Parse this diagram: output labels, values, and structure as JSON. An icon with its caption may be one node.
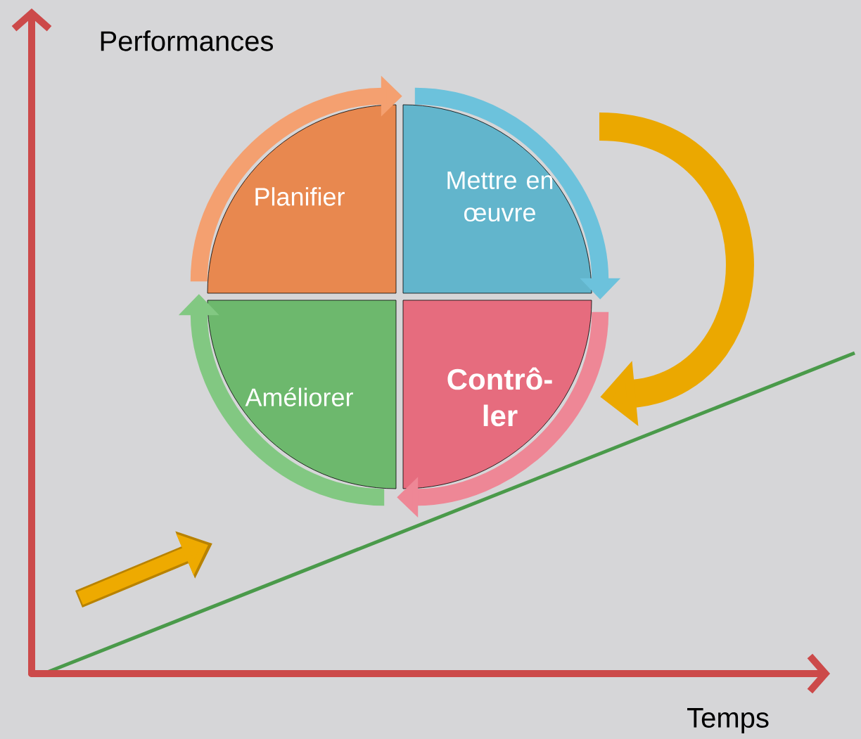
{
  "diagram": {
    "nodes": [
      {
        "text": [
          "Planifier"
        ]
      },
      {
        "text": [
          "Mettre en œuvre"
        ]
      },
      {
        "text": [
          "Contrô- ler"
        ]
      },
      {
        "text": [
          "Améliorer"
        ]
      }
    ],
    "edges": [
      {
        "from": 0,
        "to": 1,
        "arrow": "to",
        "color": "#f4a070"
      },
      {
        "from": 1,
        "to": 2,
        "arrow": "to",
        "color": "#6cc2dc"
      },
      {
        "from": 2,
        "to": 3,
        "arrow": "to",
        "color": "#ee8796"
      },
      {
        "from": 3,
        "to": 0,
        "arrow": "to",
        "color": "#82c882"
      },
      {
        "from": null,
        "to": 2,
        "arrow": "to",
        "color": "#eba800"
      }
    ],
    "labels": [
      "Performances",
      "Temps"
    ]
  }
}
